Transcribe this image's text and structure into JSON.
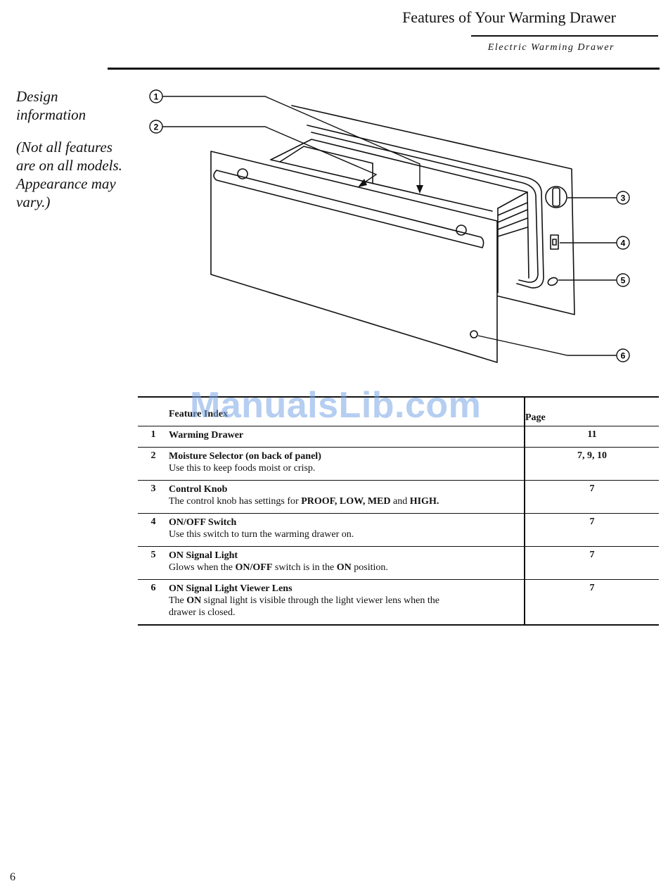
{
  "header": {
    "title": "Features of Your Warming Drawer",
    "subtitle": "Electric Warming Drawer"
  },
  "sidebar": {
    "heading_line1": "Design",
    "heading_line2": "information",
    "note_line1": "(Not all features",
    "note_line2": "are on all models.",
    "note_line3": "Appearance may",
    "note_line4": "vary.)"
  },
  "diagram": {
    "callouts": [
      "1",
      "2",
      "3",
      "4",
      "5",
      "6"
    ]
  },
  "watermark": "ManualsLib.com",
  "table": {
    "header_feature": "Feature Index",
    "header_page": "Page",
    "rows": [
      {
        "num": "1",
        "name": "Warming Drawer",
        "page": "11"
      },
      {
        "num": "2",
        "name": "Moisture Selector (on back of panel)",
        "desc": "Use this to keep foods moist or crisp.",
        "page": "7, 9, 10"
      },
      {
        "num": "3",
        "name": "Control Knob",
        "desc_a": "The control knob has settings for ",
        "desc_b": "PROOF, LOW, MED",
        "desc_c": " and ",
        "desc_d": "HIGH.",
        "page": "7"
      },
      {
        "num": "4",
        "name": "ON/OFF Switch",
        "desc": "Use this switch to turn the warming drawer on.",
        "page": "7"
      },
      {
        "num": "5",
        "name": "ON Signal Light",
        "desc_a": "Glows when the ",
        "desc_b": "ON/OFF",
        "desc_c": " switch is in the ",
        "desc_d": "ON",
        "desc_e": " position.",
        "page": "7"
      },
      {
        "num": "6",
        "name": "ON Signal Light Viewer Lens",
        "desc_a": "The ",
        "desc_b": "ON",
        "desc_c": " signal light is visible through the light viewer lens when the",
        "desc_d": "drawer is closed.",
        "page": "7"
      }
    ]
  },
  "page_number": "6"
}
